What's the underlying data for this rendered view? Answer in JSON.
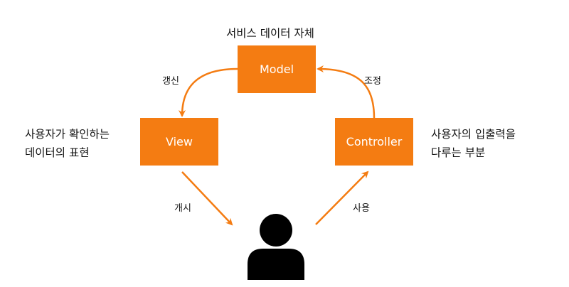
{
  "model": {
    "label": "Model",
    "caption": "서비스 데이터 자체"
  },
  "view": {
    "label": "View",
    "caption_line1": "사용자가 확인하는",
    "caption_line2": "데이터의 표현"
  },
  "controller": {
    "label": "Controller",
    "caption_line1": "사용자의 입출력을",
    "caption_line2": "다루는 부분"
  },
  "arrows": {
    "model_to_view": "갱신",
    "controller_to_model": "조정",
    "view_to_user": "개시",
    "user_to_controller": "사용"
  },
  "user": {
    "icon": "user-icon"
  },
  "colors": {
    "accent": "#f47c12",
    "text": "#111111",
    "user": "#000000"
  }
}
